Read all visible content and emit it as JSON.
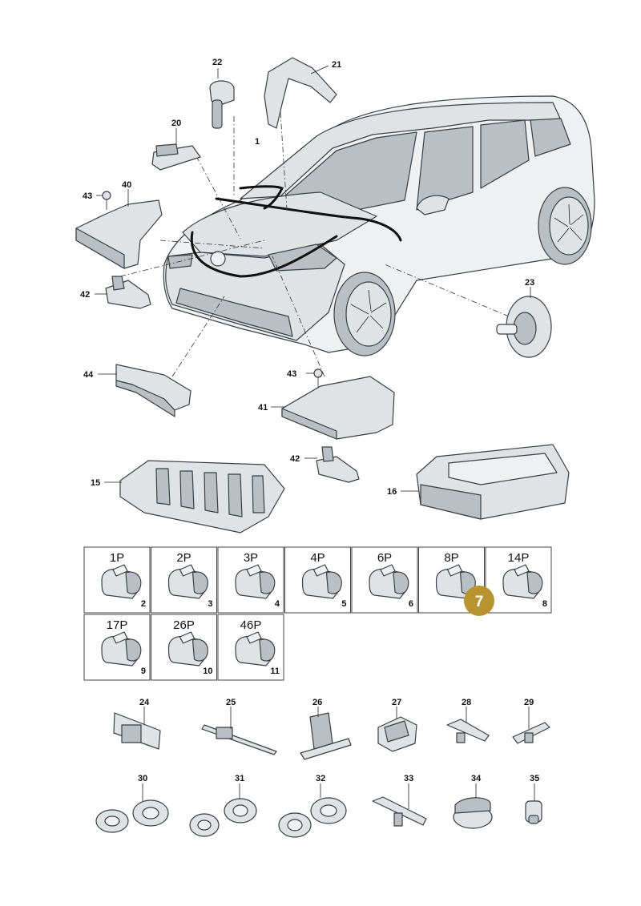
{
  "car_callouts": {
    "n1": "1",
    "n20": "20",
    "n21": "21",
    "n22": "22",
    "n23": "23",
    "n40": "40",
    "n41": "41",
    "n42a": "42",
    "n42b": "42",
    "n43a": "43",
    "n43b": "43",
    "n44": "44",
    "n15": "15",
    "n16": "16"
  },
  "connector_grid": [
    {
      "pins": "1P",
      "item": "2"
    },
    {
      "pins": "2P",
      "item": "3"
    },
    {
      "pins": "3P",
      "item": "4"
    },
    {
      "pins": "4P",
      "item": "5"
    },
    {
      "pins": "6P",
      "item": "6"
    },
    {
      "pins": "8P",
      "item": "7"
    },
    {
      "pins": "14P",
      "item": "8"
    },
    {
      "pins": "17P",
      "item": "9"
    },
    {
      "pins": "26P",
      "item": "10"
    },
    {
      "pins": "46P",
      "item": "11"
    }
  ],
  "highlight_badge": {
    "label": "7",
    "color": "#b8932e"
  },
  "small_parts": {
    "p24": "24",
    "p25": "25",
    "p26": "26",
    "p27": "27",
    "p28": "28",
    "p29": "29",
    "p30": "30",
    "p31": "31",
    "p32": "32",
    "p33": "33",
    "p34": "34",
    "p35": "35"
  },
  "colors": {
    "line": "#3a3f44",
    "fill": "#dfe3e6"
  }
}
